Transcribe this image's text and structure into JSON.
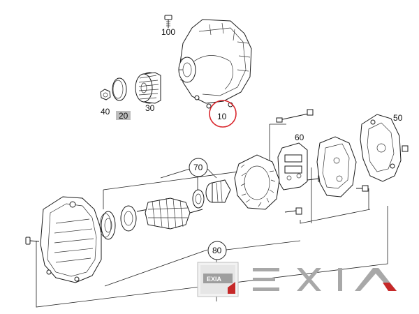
{
  "diagram": {
    "part_numbers": {
      "p100": "100",
      "p10": "10",
      "p20": "20",
      "p30": "30",
      "p40": "40",
      "p50": "50",
      "p60": "60",
      "p70": "70",
      "p80": "80"
    },
    "highlighted_part": "10",
    "highlight_color": "#d9262c",
    "label_badge_color": "#bdbdbd"
  },
  "watermark": {
    "badge_text": "EXIA",
    "wordmark": "EXIA",
    "accent_color": "#c62828",
    "gray_color": "#9e9e9e"
  }
}
